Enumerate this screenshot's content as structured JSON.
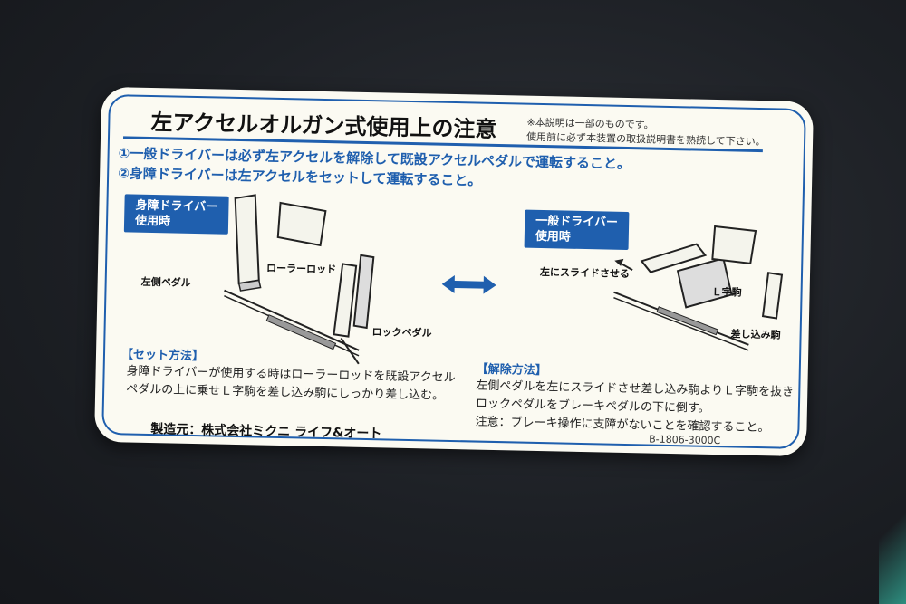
{
  "label": {
    "title": "左アクセルオルガン式使用上の注意",
    "note_line1": "※本説明は一部のものです。",
    "note_line2": "使用前に必ず本装置の取扱説明書を熟読して下さい。",
    "rule1": "①一般ドライバーは必ず左アクセルを解除して既設アクセルペダルで運転すること。",
    "rule2": "②身障ドライバーは左アクセルをセットして運転すること。",
    "left_panel": {
      "badge_line1": "身障ドライバー",
      "badge_line2": "使用時",
      "callout_left_pedal": "左側ペダル",
      "callout_roller_rod": "ローラーロッド",
      "callout_lock_pedal": "ロックペダル",
      "section_title": "【セット方法】",
      "section_line1": "身障ドライバーが使用する時はローラーロッドを既設アクセル",
      "section_line2": "ペダルの上に乗せＬ字駒を差し込み駒にしっかり差し込む。"
    },
    "right_panel": {
      "badge_line1": "一般ドライバー",
      "badge_line2": "使用時",
      "callout_slide_left": "左にスライドさせる",
      "callout_l_piece": "Ｌ字駒",
      "callout_insert_piece": "差し込み駒",
      "section_title": "【解除方法】",
      "section_line1": "左側ペダルを左にスライドさせ差し込み駒よりＬ字駒を抜き",
      "section_line2": "ロックペダルをブレーキペダルの下に倒す。",
      "section_line3": "注意：ブレーキ操作に支障がないことを確認すること。"
    },
    "manufacturer": "製造元：株式会社ミクニ ライフ&オート",
    "part_code": "B-1806-3000C",
    "colors": {
      "accent": "#1f5fae",
      "background": "#fbfaf2"
    }
  }
}
